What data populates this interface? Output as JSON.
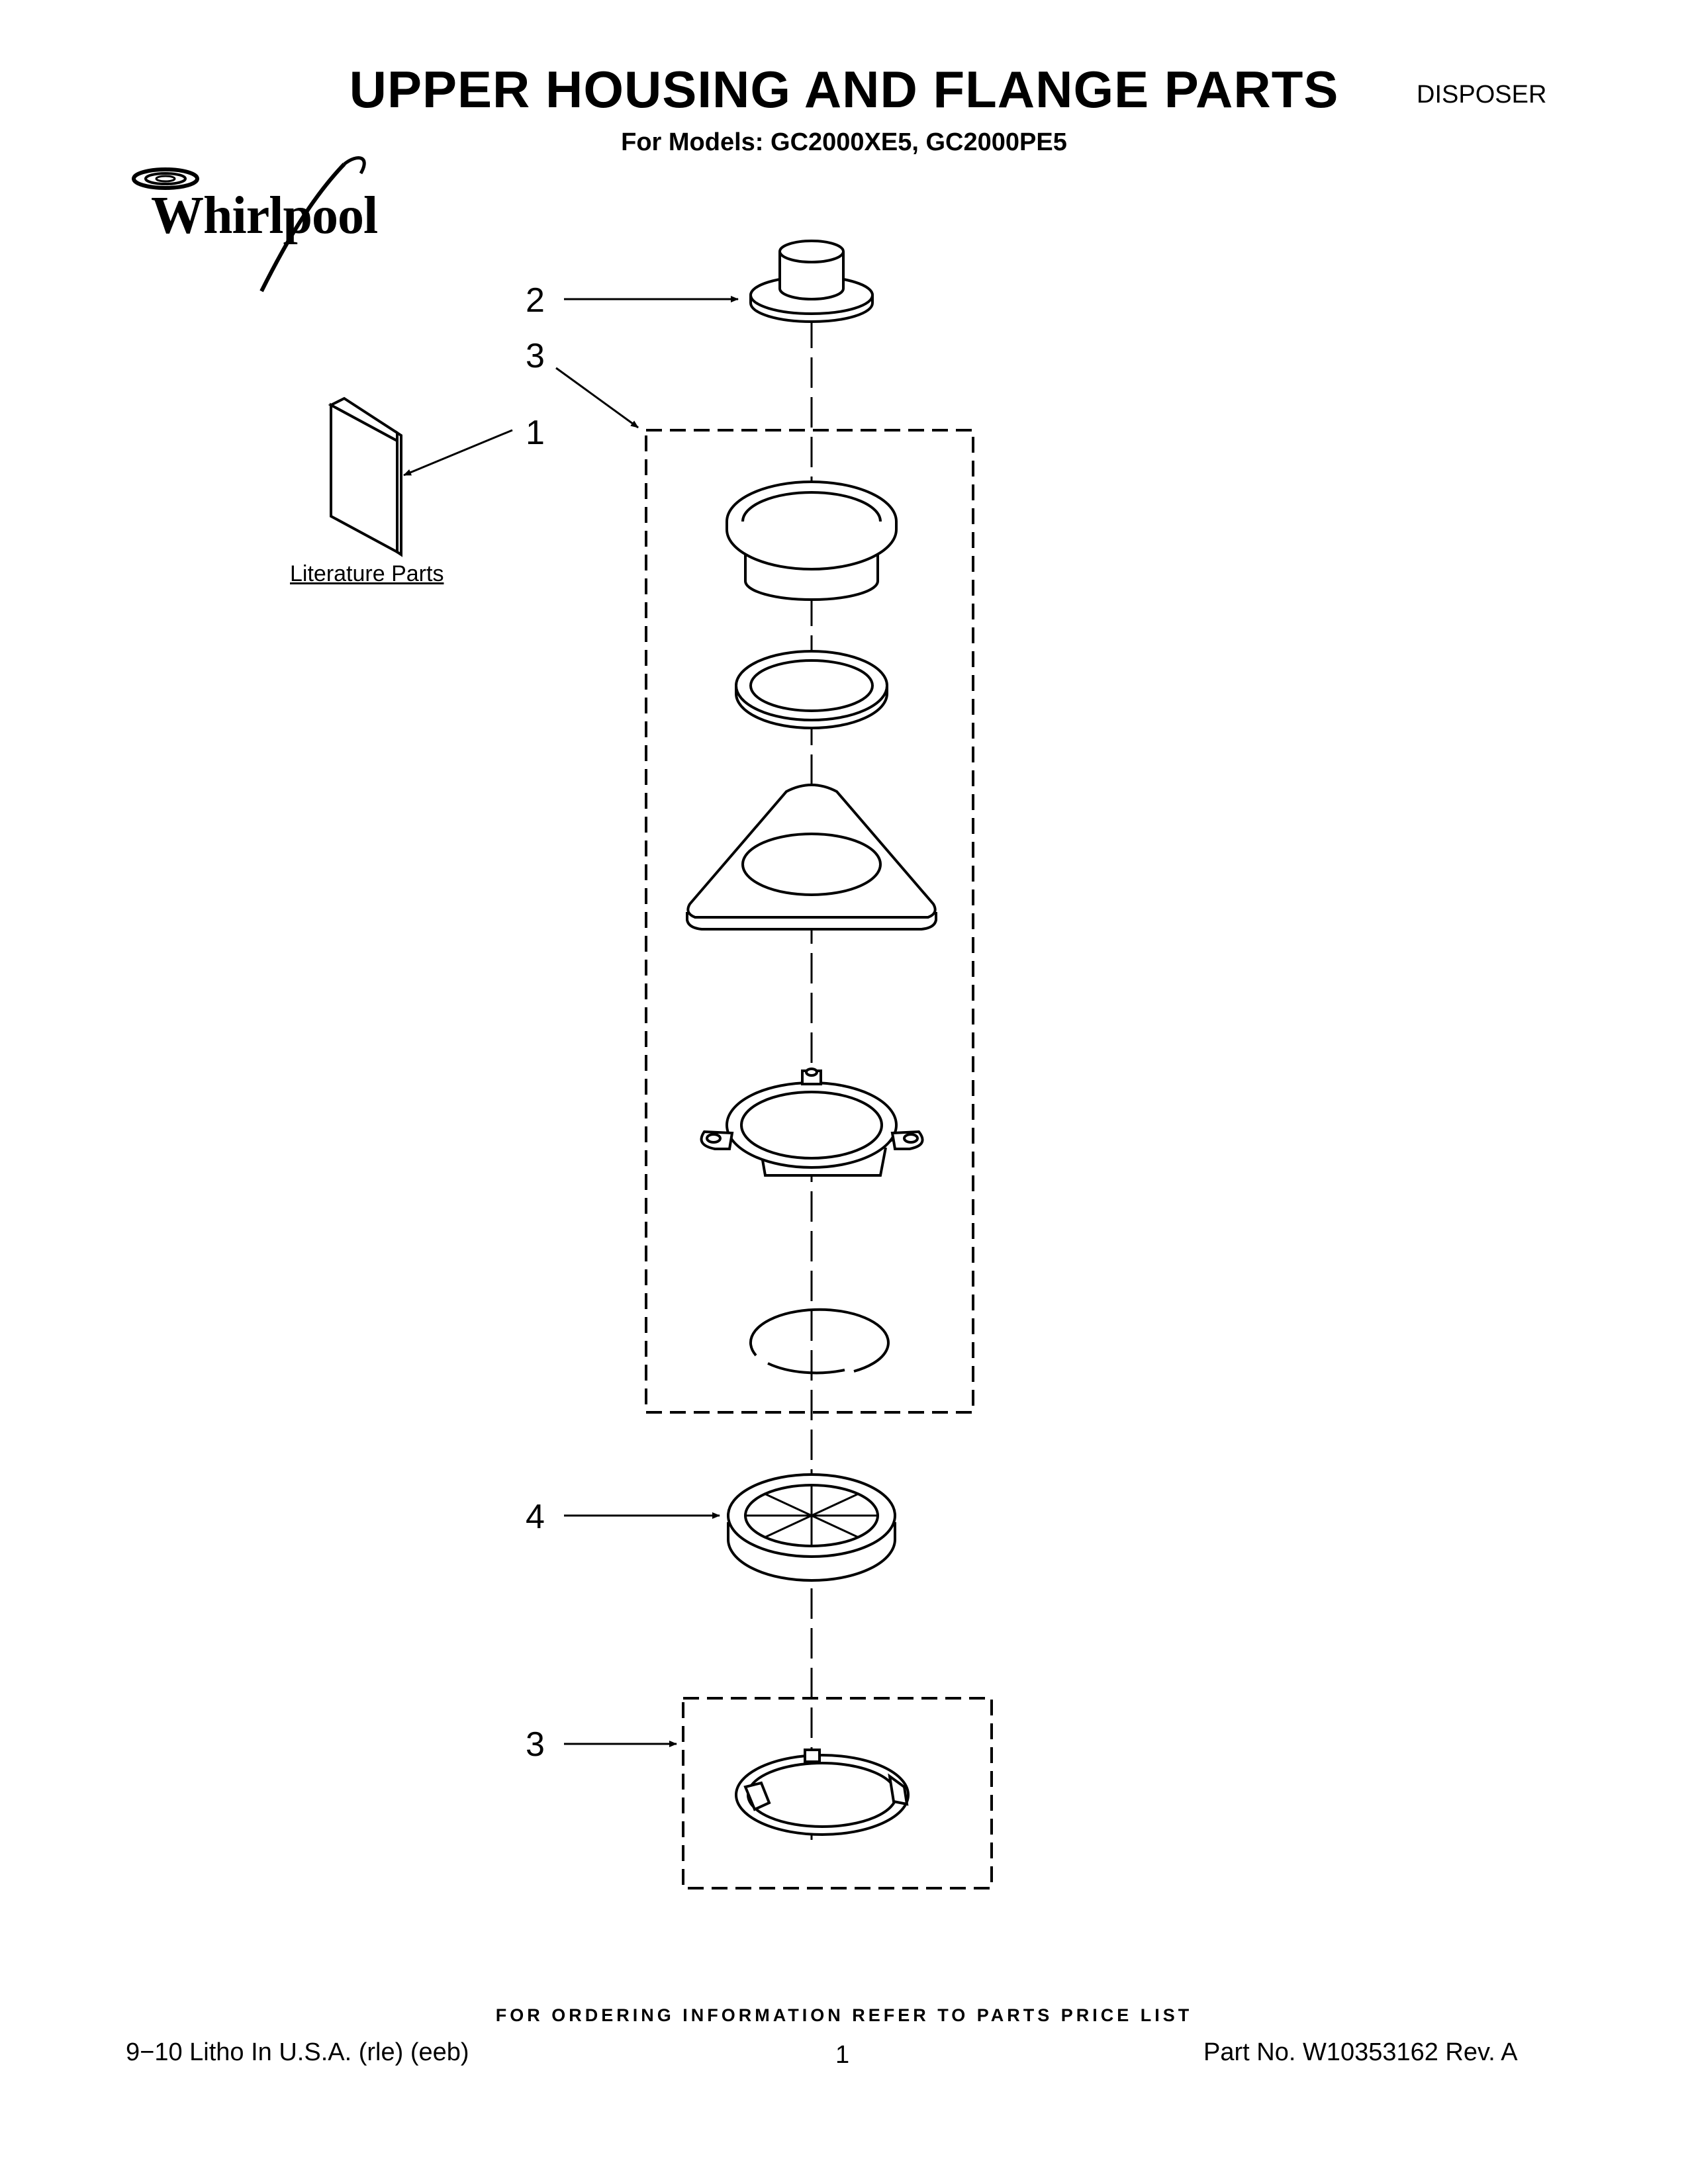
{
  "header": {
    "title": "UPPER HOUSING AND FLANGE PARTS",
    "subtitle": "For Models: GC2000XE5, GC2000PE5",
    "category": "DISPOSER",
    "brand": "Whirlpool"
  },
  "diagram": {
    "literature_label": "Literature Parts",
    "callouts": {
      "literature": "1",
      "stopper": "2",
      "mount_kit_upper": "3",
      "splash_guard": "4",
      "mount_kit_lower": "3"
    }
  },
  "footer": {
    "ordering_note": "FOR ORDERING INFORMATION REFER TO PARTS PRICE LIST",
    "litho": "9−10 Litho In U.S.A. (rle) (eeb)",
    "page_number": "1",
    "part_number": "Part No. W10353162 Rev. A"
  },
  "colors": {
    "ink": "#000000",
    "paper": "#ffffff"
  }
}
